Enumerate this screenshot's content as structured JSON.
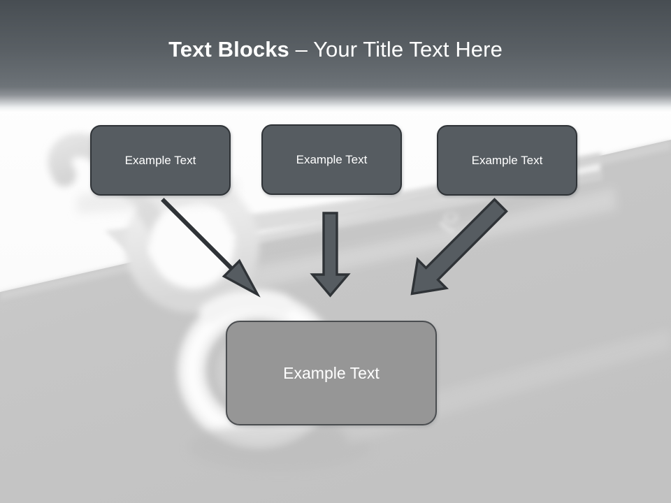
{
  "slide": {
    "title": {
      "bold_part": "Text Blocks",
      "separator": " – ",
      "light_part": "Your Title Text Here"
    },
    "colors": {
      "header_top": "#474d52",
      "header_bottom": "#6e7479",
      "top_box_fill": "#565c61",
      "top_box_border": "#2f3337",
      "bottom_box_fill": "#969696",
      "bottom_box_border": "#4a4d50",
      "arrow_fill": "#565c61",
      "arrow_border": "#2f3337",
      "title_text": "#ffffff",
      "box_text": "#ffffff",
      "ground_gray": "#c6c6c6",
      "sky_white": "#fbfbfb"
    },
    "top_boxes": [
      {
        "label": "Example Text"
      },
      {
        "label": "Example Text"
      },
      {
        "label": "Example Text"
      }
    ],
    "bottom_box": {
      "label": "Example Text"
    },
    "arrows": [
      {
        "name": "arrow-left-diagonal",
        "direction": "down-right"
      },
      {
        "name": "arrow-middle-straight",
        "direction": "down"
      },
      {
        "name": "arrow-right-diagonal",
        "direction": "down-left"
      }
    ],
    "background": {
      "description": "blurred photograph of scissors",
      "icon": "scissors-photo"
    }
  }
}
